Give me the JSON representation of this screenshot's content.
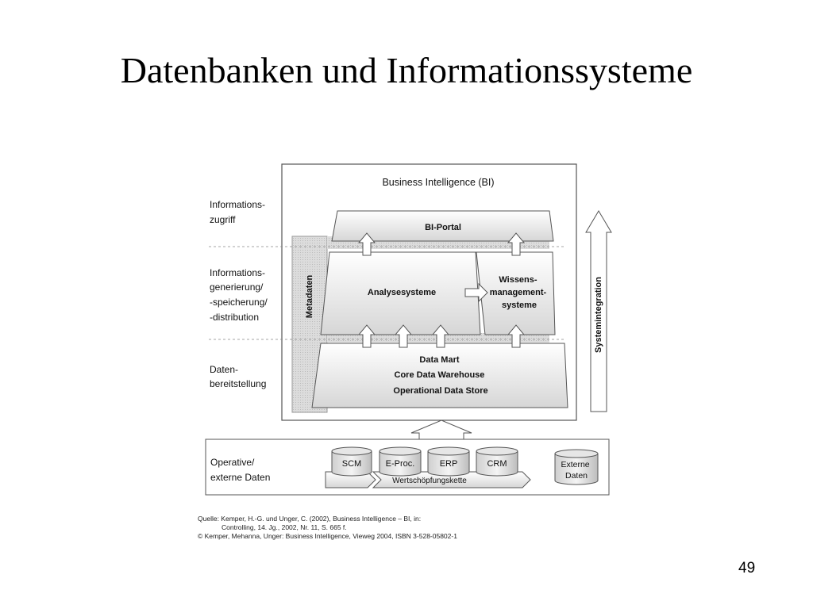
{
  "slide": {
    "title": "Datenbanken und Informationssysteme",
    "number": "49"
  },
  "diagram": {
    "bi_title": "Business Intelligence (BI)",
    "layers": {
      "access": [
        "Informations-",
        "zugriff"
      ],
      "generation": [
        "Informations-",
        "generierung/",
        "-speicherung/",
        "-distribution"
      ],
      "provision": [
        "Daten-",
        "bereitstellung"
      ]
    },
    "bi_portal": "BI-Portal",
    "analysis_systems": "Analysesysteme",
    "knowledge_mgmt": [
      "Wissens-",
      "management-",
      "systeme"
    ],
    "data_layer": [
      "Data Mart",
      "Core Data Warehouse",
      "Operational Data Store"
    ],
    "metadata": "Metadaten",
    "system_integration": "Systemintegration",
    "operative_label": [
      "Operative/",
      "externe Daten"
    ],
    "sources": [
      "SCM",
      "E-Proc.",
      "ERP",
      "CRM"
    ],
    "external_data": [
      "Externe",
      "Daten"
    ],
    "value_chain": "Wertschöpfungskette"
  },
  "source": {
    "line1": "Quelle: Kemper, H.-G. und Unger, C. (2002), Business Intelligence – BI, in:",
    "line2": "Controlling, 14. Jg., 2002, Nr. 11, S. 665 f.",
    "line3": "© Kemper, Mehanna, Unger: Business Intelligence, Vieweg 2004, ISBN 3-528-05802-1"
  },
  "colors": {
    "stroke": "#555555",
    "box_fill_top": "#ffffff",
    "box_fill_bottom": "#dadada",
    "metadata_fill": "#d9d9d9"
  }
}
